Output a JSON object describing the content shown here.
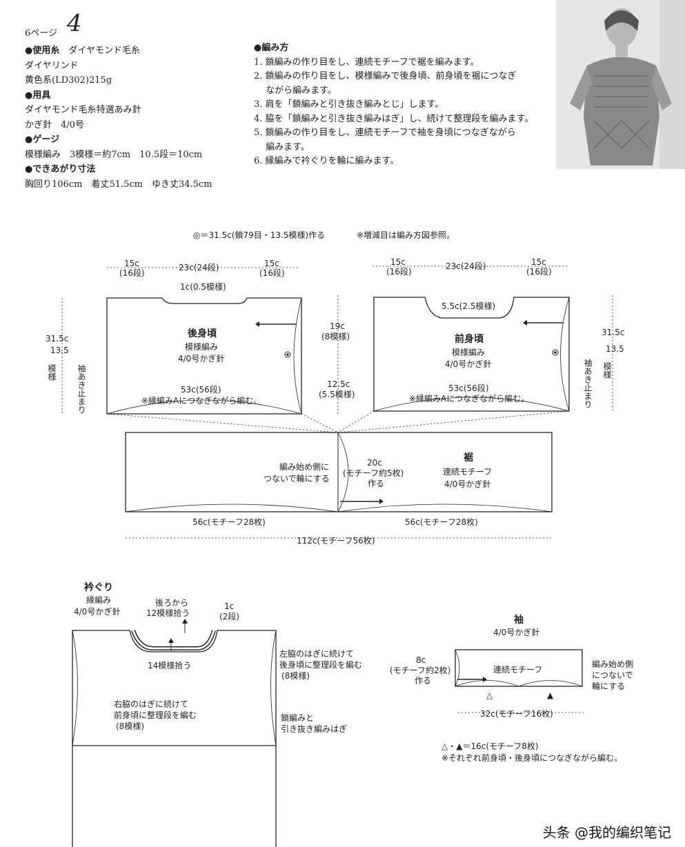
{
  "header": {
    "page_ref": "6ページ",
    "pattern_no": "4"
  },
  "materials": {
    "yarn_h": "●使用糸",
    "yarn_brand": "ダイヤモンド毛糸",
    "yarn_name": "ダイヤリンド",
    "yarn_color": "黄色系(LD302)215g",
    "tools_h": "●用具",
    "tools_1": "ダイヤモンド毛糸特選あみ針",
    "tools_2": "かぎ針　4/0号",
    "gauge_h": "●ゲージ",
    "gauge": "模様編み　3模様＝約7cm　10.5段＝10cm",
    "size_h": "●できあがり寸法",
    "size": "胸回り106cm　着丈51.5cm　ゆき丈34.5cm"
  },
  "method": {
    "heading": "●編み方",
    "steps": [
      "1. 鎖編みの作り目をし、連続モチーフで裾を編みます。",
      "2. 鎖編みの作り目をし、模様編みで後身頃、前身頃を裾につなぎ",
      "　  ながら編みます。",
      "3. 肩を「鎖編みと引き抜き編みとじ」します。",
      "4. 脇を「鎖編みと引き抜き編みはぎ」し、続けて整理段を編みます。",
      "5. 鎖編みの作り目をし、連続モチーフで袖を身頃につなぎながら",
      "　  編みます。",
      "6. 縁編みで衿ぐりを輪に編みます。"
    ]
  },
  "diagram": {
    "note_top": "◎＝31.5c(鎖79目・13.5模様)作る",
    "note_inc": "※増減目は編み方図参照。",
    "back": {
      "d_left": "15c",
      "d_left2": "(16段)",
      "d_mid": "23c(24段)",
      "d_right": "15c",
      "d_right2": "(16段)",
      "neck": "1c(0.5模様)",
      "title": "後身頃",
      "pattern": "模様編み",
      "hook": "4/0号かぎ針",
      "width": "53c(56段)",
      "join_note": "※縁編みAにつなぎながら編む。",
      "height": "31.5c",
      "height2": "13.5",
      "height3": "模様",
      "sleeve_stop": "袖あき止まり"
    },
    "front": {
      "d_left": "15c",
      "d_left2": "(16段)",
      "d_mid": "23c(24段)",
      "d_right": "15c",
      "d_right2": "(16段)",
      "neck": "5.5c(2.5模様)",
      "title": "前身頃",
      "pattern": "模様編み",
      "hook": "4/0号かぎ針",
      "width": "53c(56段)",
      "join_note": "※縁編みAにつなぎながら編む。",
      "height": "31.5c",
      "height2": "13.5",
      "height3": "模様",
      "sleeve_stop": "袖あき止まり"
    },
    "center": {
      "upper": "19c",
      "upper2": "(8模様)",
      "lower": "12.5c",
      "lower2": "(5.5模様)"
    },
    "hem": {
      "title": "裾",
      "pattern": "連続モチーフ",
      "hook": "4/0号かぎ針",
      "start_note_1": "編み始め側に",
      "start_note_2": "つないで輪にする",
      "height": "20c",
      "height2": "(モチーフ約5枚)",
      "height3": "作る",
      "half_left": "56c(モチーフ28枚)",
      "half_right": "56c(モチーフ28枚)",
      "total": "112c(モチーフ56枚)"
    },
    "collar": {
      "title": "衿ぐり",
      "pattern": "縁編み",
      "hook": "4/0号かぎ針",
      "pick_back_1": "後ろから",
      "pick_back_2": "12模様拾う",
      "depth": "1c",
      "depth2": "(2段)",
      "pick_front": "14模様拾う",
      "left_1": "左脇のはぎに続けて",
      "left_2": "後身頃に整理段を編む",
      "left_3": "(8模様)",
      "right_1": "右脇のはぎに続けて",
      "right_2": "前身頃に整理段を編む",
      "right_3": "(8模様)",
      "seam_1": "鎖編みと",
      "seam_2": "引き抜き編みはぎ"
    },
    "sleeve": {
      "title": "袖",
      "hook": "4/0号かぎ針",
      "motif": "連続モチーフ",
      "h": "8c",
      "h2": "(モチーフ約2枚)",
      "h3": "作る",
      "start_1": "編み始め側",
      "start_2": "につないで",
      "start_3": "輪にする",
      "tri_open": "△",
      "tri_solid": "▲",
      "width": "32c(モチーフ16枚)",
      "note_1": "△・▲＝16c(モチーフ8枚)",
      "note_2": "※それぞれ前身頃・後身頃につなぎながら編む。"
    }
  },
  "watermark": "头条 @我的编织笔记"
}
